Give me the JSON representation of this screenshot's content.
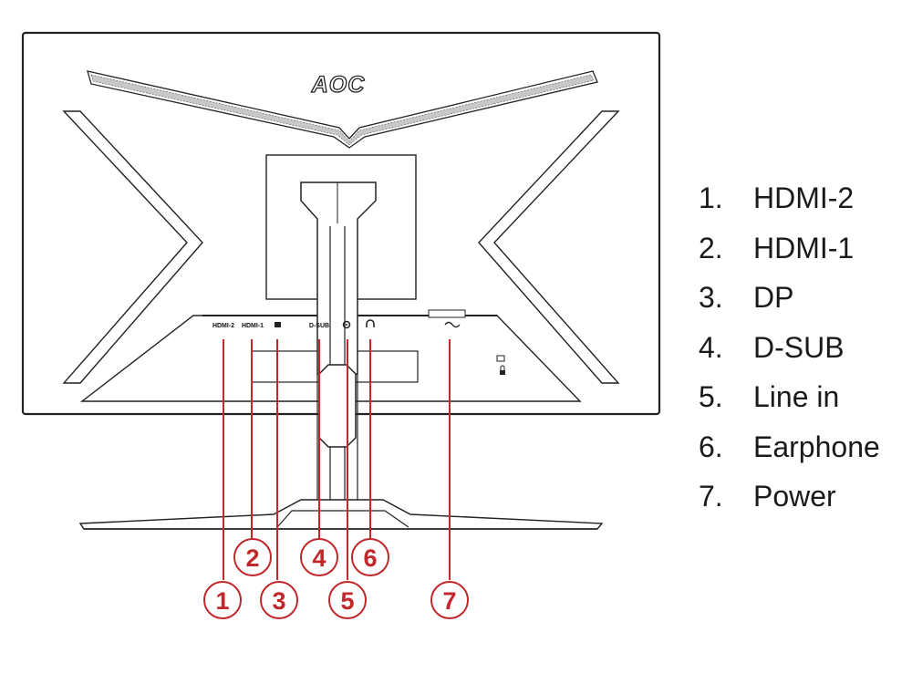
{
  "brand": {
    "logo_text": "AOC"
  },
  "ports": [
    {
      "label": "HDMI-2"
    },
    {
      "label": "HDMI-1"
    },
    {
      "label": "",
      "icon": "displayport-icon"
    },
    {
      "label": "D-SUB"
    },
    {
      "label": "",
      "icon": "line-in-icon"
    },
    {
      "label": "",
      "icon": "headphone-icon"
    },
    {
      "label": "",
      "icon": "ac-power-icon"
    }
  ],
  "callouts": [
    "1",
    "2",
    "3",
    "4",
    "5",
    "6",
    "7"
  ],
  "legend": [
    {
      "number": "1.",
      "text": "HDMI-2"
    },
    {
      "number": "2.",
      "text": "HDMI-1"
    },
    {
      "number": "3.",
      "text": "DP"
    },
    {
      "number": "4.",
      "text": "D-SUB"
    },
    {
      "number": "5.",
      "text": "Line in"
    },
    {
      "number": "6.",
      "text": "Earphone"
    },
    {
      "number": "7.",
      "text": "Power"
    }
  ],
  "colors": {
    "outline": "#222222",
    "callout": "#c0282c"
  }
}
